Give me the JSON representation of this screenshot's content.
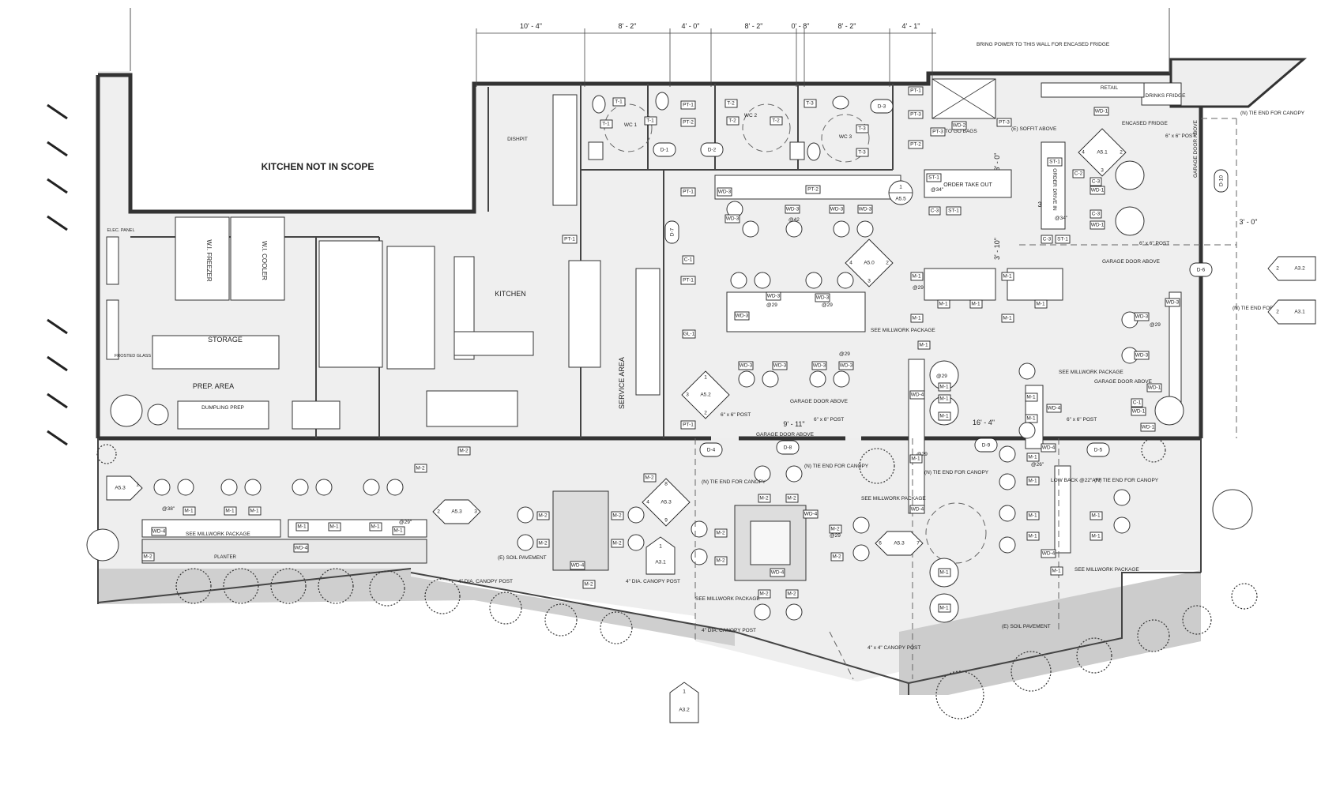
{
  "dimensions": [
    "10' - 4\"",
    "8' - 2\"",
    "4' - 0\"",
    "8' - 2\"",
    "0' - 8\"",
    "8' - 2\"",
    "4' - 1\"",
    "3' - 0\"",
    "3' - 4\"",
    "3' - 10\"",
    "3' - 0\"",
    "9' - 11\"",
    "16' - 4\""
  ],
  "rooms": {
    "kitchen_not_in_scope": "KITCHEN NOT IN SCOPE",
    "kitchen": "KITCHEN",
    "storage": "STORAGE",
    "prep_area": "PREP. AREA",
    "service_area": "SERVICE AREA",
    "wc1": "WC 1",
    "wc2": "WC 2",
    "wc3": "WC 3",
    "wi_freezer": "W.I. FREEZER",
    "wi_cooler": "W.I. COOLER",
    "dishpit": "DISHPIT",
    "dumpling_prep": "DUMPLING PREP",
    "order_take_out": "ORDER TAKE OUT",
    "order_drive_in": "ORDER DRIVE IN",
    "retail": "RETAIL",
    "drinks_fridge": "DRINKS FRIDGE",
    "elec_panel": "ELEC. PANEL",
    "frosted_glass": "FROSTED GLASS",
    "planter": "PLANTER"
  },
  "notes": {
    "bring_power": "BRING POWER TO THIS WALL FOR ENCASED FRIDGE",
    "encased_fridge": "ENCASED FRIDGE",
    "to_go_bags": "TO GO BAGS",
    "soffit_above": "(E) SOFFIT ABOVE",
    "tie_end_canopy": "(N) TIE END FOR CANOPY",
    "post_6x6": "6\" x 6\" POST",
    "garage_door_above": "GARAGE DOOR ABOVE",
    "see_millwork": "SEE MILLWORK PACKAGE",
    "soil_pavement": "(E) SOIL PAVEMENT",
    "canopy_post_4dia": "4\" DIA. CANOPY POST",
    "canopy_post_4x4": "4\" x 4\" CANOPY POST",
    "low_back": "LOW BACK @22\"AFF",
    "h34": "@34\"",
    "h29": "@29",
    "h42": "@42",
    "h26": "@26\"",
    "h38": "@38\"",
    "h29in": "@29\""
  },
  "doors": [
    "D-1",
    "D-2",
    "D-3",
    "D-4",
    "D-5",
    "D-6",
    "D-7",
    "D-8",
    "D-9",
    "D-10"
  ],
  "sections": {
    "s_a55": {
      "num": "1",
      "sheet": "A5.5"
    },
    "s_a51": {
      "n1": "4",
      "n2": "2",
      "n3": "3",
      "sheet": "A5.1"
    },
    "s_a50": {
      "n1": "4",
      "n2": "2",
      "n3": "3",
      "sheet": "A5.0"
    },
    "s_a52": {
      "n1": "3",
      "n2": "1",
      "n3": "2",
      "sheet": "A5.2"
    },
    "s_a53_mid": {
      "n1": "8",
      "n2": "4",
      "n3": "9",
      "sheet": "A5.3"
    },
    "s_a53_left": {
      "num": "1",
      "sheet": "A5.3"
    },
    "s_a53_left2": {
      "n1": "2",
      "n2": "3",
      "sheet": "A5.3"
    },
    "s_a53_right": {
      "n1": "6",
      "n2": "7",
      "sheet": "A5.3"
    },
    "e_a31_bottom": {
      "num": "1",
      "sheet": "A3.1"
    },
    "e_a32_bottom": {
      "num": "1",
      "sheet": "A3.2"
    },
    "e_a32_right": {
      "num": "2",
      "sheet": "A3.2"
    },
    "e_a31_right": {
      "num": "2",
      "sheet": "A3.1"
    }
  },
  "tags": {
    "t1": "T-1",
    "t2": "T-2",
    "t3": "T-3",
    "pt1": "PT-1",
    "pt2": "PT-2",
    "pt3": "PT-3",
    "st1": "ST-1",
    "c1": "C-1",
    "c2": "C-2",
    "c3": "C-3",
    "gl1": "GL-1",
    "wd1": "WD-1",
    "wd2": "WD-2",
    "wd3": "WD-3",
    "wd4": "WD-4",
    "m1": "M-1",
    "m2": "M-2"
  },
  "colors": {
    "line": "#333333",
    "fill_light": "#f0f0f0",
    "hatch": "#bbbbbb",
    "soil": "#cccccc"
  }
}
